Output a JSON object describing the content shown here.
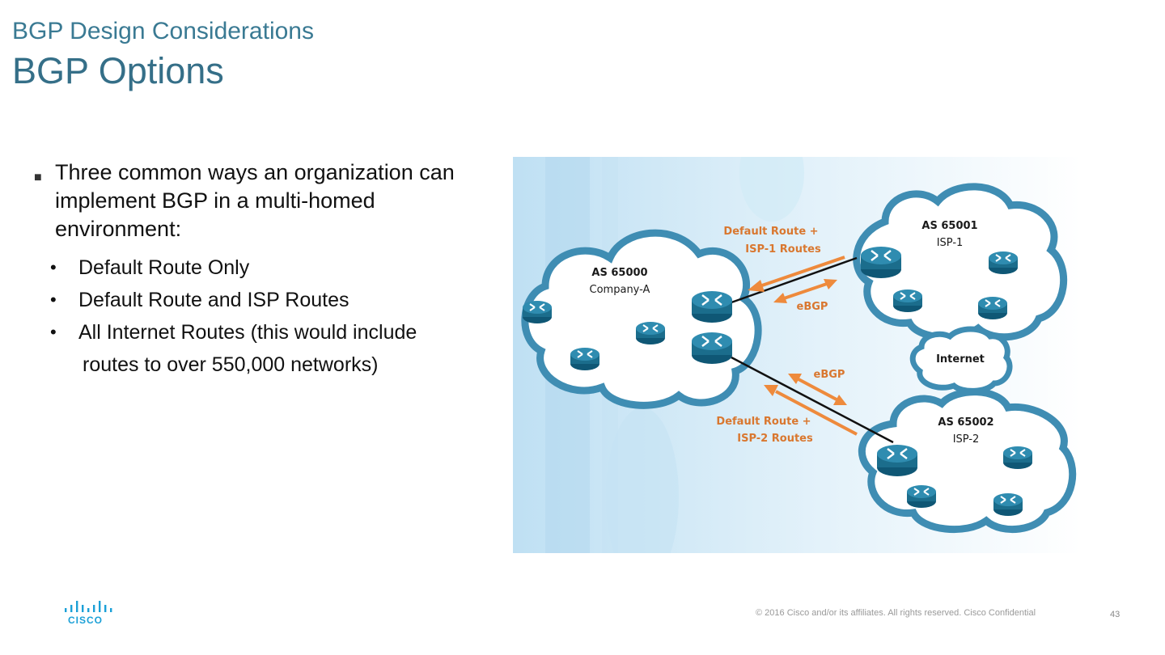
{
  "header": {
    "subtitle": "BGP Design Considerations",
    "title": "BGP Options"
  },
  "bullets": {
    "main": "Three common ways an organization can implement BGP in a multi-homed environment:",
    "items": [
      "Default Route Only",
      "Default Route and ISP Routes",
      "All Internet Routes (this would include",
      "routes to over 550,000 networks)"
    ]
  },
  "diagram": {
    "company": {
      "as": "AS 65000",
      "name": "Company-A"
    },
    "isp1": {
      "as": "AS 65001",
      "name": "ISP-1"
    },
    "isp2": {
      "as": "AS 65002",
      "name": "ISP-2"
    },
    "internet": "Internet",
    "link1": {
      "route_line1": "Default Route +",
      "route_line2": "ISP-1 Routes",
      "protocol": "eBGP"
    },
    "link2": {
      "route_line1": "Default Route +",
      "route_line2": "ISP-2 Routes",
      "protocol": "eBGP"
    },
    "colors": {
      "cloud_border": "#3f8db3",
      "router": "#1b6d8c",
      "arrow": "#ee8a3c",
      "label_orange": "#d9772f",
      "background": "#cfe8f5"
    }
  },
  "footer": {
    "logo_text": "CISCO",
    "copyright": "© 2016  Cisco and/or its affiliates. All rights reserved.   Cisco Confidential",
    "page": "43"
  }
}
